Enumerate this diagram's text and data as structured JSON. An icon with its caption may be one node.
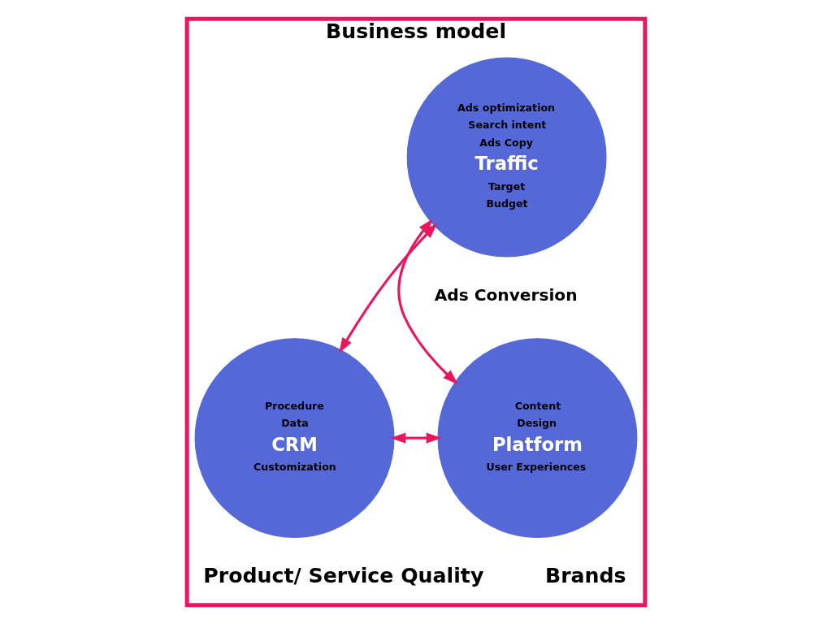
{
  "diagram": {
    "nodes": [
      {
        "text": [
          "Business model",
          "Product/ Service Quality",
          "Brands"
        ]
      },
      {
        "text": [
          "Ads optimization",
          "Search intent",
          "Ads Copy",
          "Traffic",
          "Target",
          "Budget"
        ],
        "in": 0
      },
      {
        "text": [
          "Procedure",
          "Data",
          "CRM",
          "Customization"
        ],
        "in": 0
      },
      {
        "text": [
          "Content",
          "Design",
          "Platform",
          "User Experiences"
        ],
        "in": 0
      }
    ],
    "edges": [
      {
        "from": 1,
        "to": 2,
        "arrow": "both"
      },
      {
        "from": 1,
        "to": 3,
        "arrow": "both"
      },
      {
        "from": 2,
        "to": 3,
        "arrow": "both"
      }
    ],
    "labels": [
      "Ads Conversion"
    ]
  }
}
